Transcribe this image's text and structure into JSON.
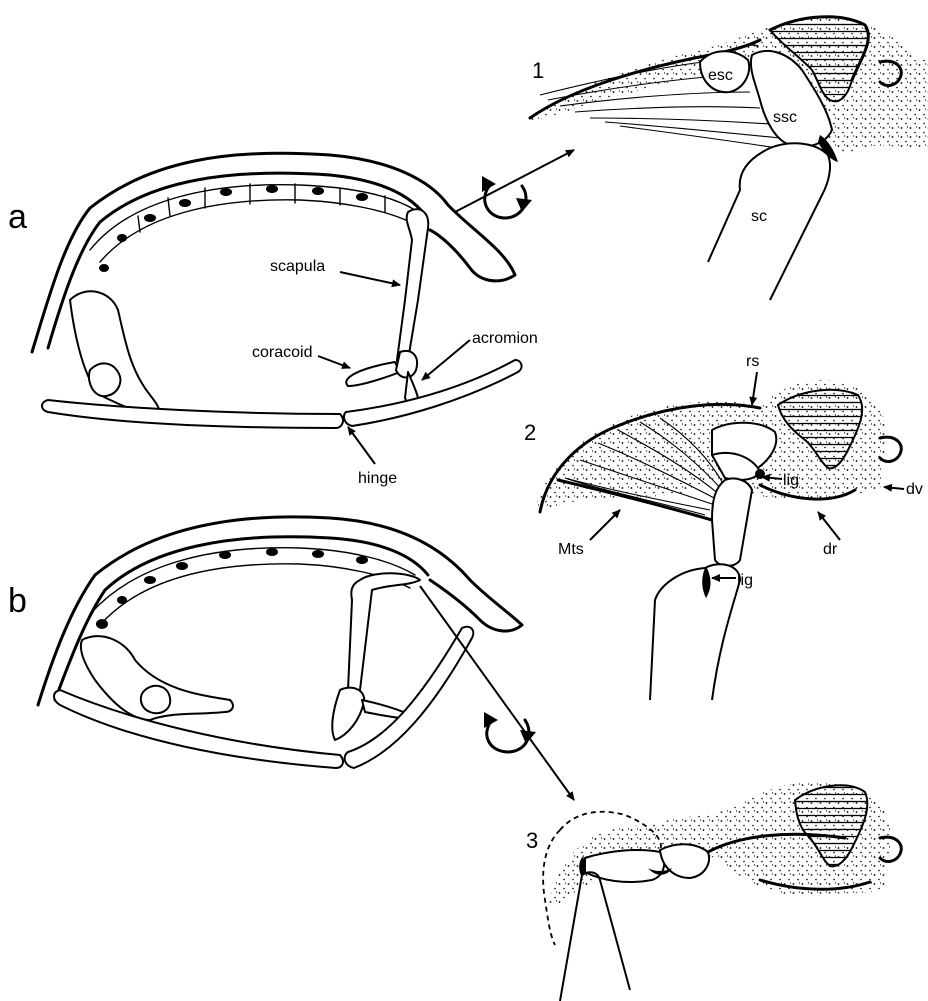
{
  "panels": {
    "a": "a",
    "b": "b",
    "n1": "1",
    "n2": "2",
    "n3": "3"
  },
  "labels_a": {
    "scapula": "scapula",
    "coracoid": "coracoid",
    "acromion": "acromion",
    "hinge": "hinge"
  },
  "labels_1": {
    "esc": "esc",
    "ssc": "ssc",
    "sc": "sc"
  },
  "labels_2": {
    "rs": "rs",
    "lig_upper": "lig",
    "lig_lower": "lig",
    "dv": "dv",
    "mts": "Mts",
    "dr": "dr"
  }
}
